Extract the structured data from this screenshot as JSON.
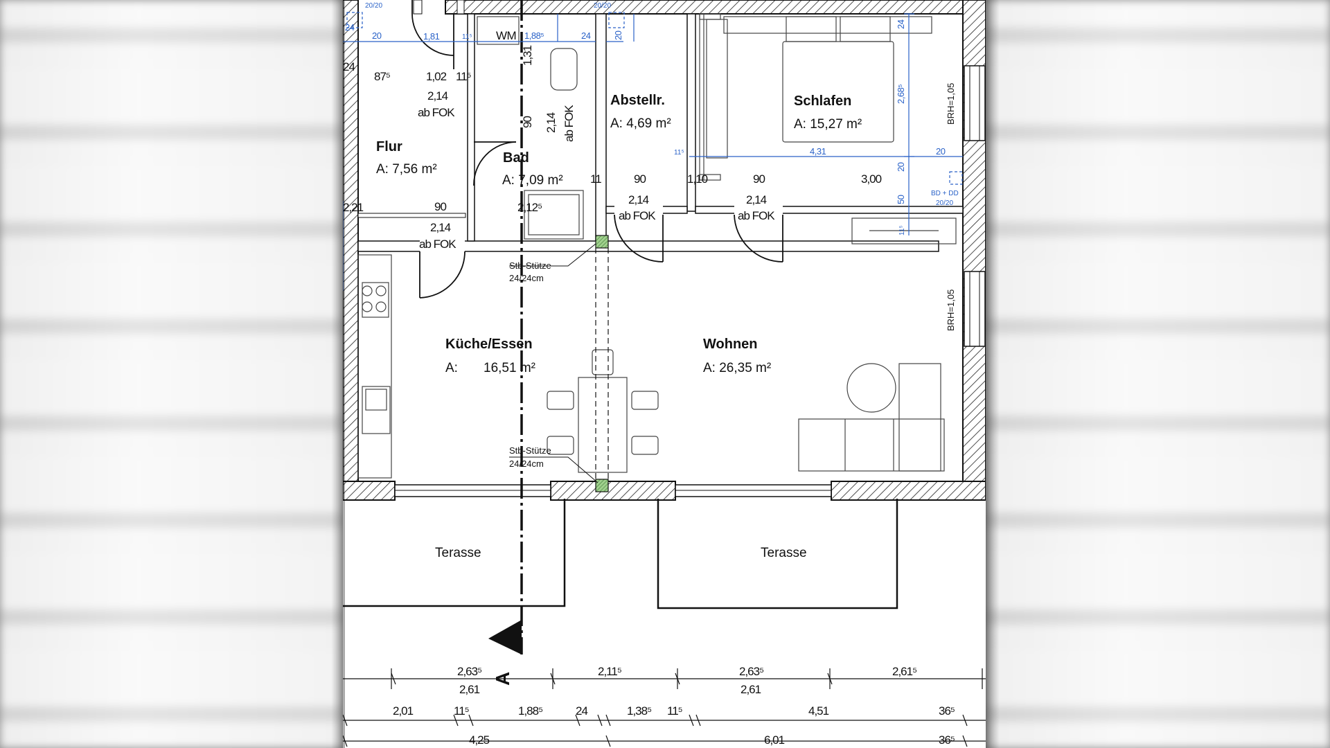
{
  "rooms": {
    "flur": {
      "name": "Flur",
      "area": "A: 7,56 m²"
    },
    "bad": {
      "name": "Bad",
      "area": "A: 7,09 m²"
    },
    "abstell": {
      "name": "Abstellr.",
      "area": "A: 4,69 m²"
    },
    "schlafen": {
      "name": "Schlafen",
      "area": "A: 15,27 m²"
    },
    "kueche": {
      "name": "Küche/Essen",
      "area_prefix": "A:",
      "area_value": "16,51 m²"
    },
    "wohnen": {
      "name": "Wohnen",
      "area": "A: 26,35 m²"
    },
    "terrasse_left": "Terasse",
    "terrasse_right": "Terasse"
  },
  "labels": {
    "wm": "WM",
    "stuetze_1": "Stb-Stütze",
    "stuetze_1_size": "24/24cm",
    "stuetze_2": "Stb-Stütze",
    "stuetze_2_size": "24/24cm",
    "brh_1": "BRH=1,05",
    "brh_2": "BRH=1,05",
    "bd_dd": "BD + DD",
    "bd_dd_size": "20/20",
    "section_marker": "A"
  },
  "interior_dims": {
    "d_87": "87⁵",
    "d_102": "1,02",
    "d_11_5a": "11⁵",
    "d_214a": "2,14",
    "fok_a": "ab FOK",
    "d_90a": "90",
    "d_214b": "2,14",
    "fok_b": "ab FOK",
    "d_131": "1,31",
    "d_24a": "24",
    "d_221": "2,21",
    "d_90b": "90",
    "d_214c": "2,14",
    "fok_c": "ab FOK",
    "d_2125": "2,12⁵",
    "d_11b": "11",
    "d_90c": "90",
    "d_110": "1,10",
    "d_90d": "90",
    "d_300": "3,00",
    "d_214d": "2,14",
    "fok_d": "ab FOK",
    "d_214e": "2,14",
    "fok_e": "ab FOK"
  },
  "blue_dims": {
    "b_2020a": "20/20",
    "b_2020b": "20/20",
    "b_24a": "24",
    "b_20a": "20",
    "b_181": "1,81",
    "b_115a": "11⁵",
    "b_188": "1,88⁵",
    "b_24b": "24",
    "b_20b": "20",
    "b_24c": "24",
    "b_268": "2,68⁵",
    "b_115b": "11⁵",
    "b_431": "4,31",
    "b_20c": "20",
    "b_20d": "20",
    "b_50": "50",
    "b_115c": "11⁵"
  },
  "bottom_dims": {
    "row1_top": [
      "2,63⁵",
      "2,11⁵",
      "2,63⁵",
      "2,61⁵"
    ],
    "row1_bottom": [
      "2,61",
      "2,61"
    ],
    "row2": [
      "2,01",
      "11⁵",
      "1,88⁵",
      "24",
      "1,38⁵",
      "11⁵",
      "4,51",
      "36⁵"
    ],
    "row3": [
      "4,25",
      "6,01",
      "36⁵"
    ]
  }
}
